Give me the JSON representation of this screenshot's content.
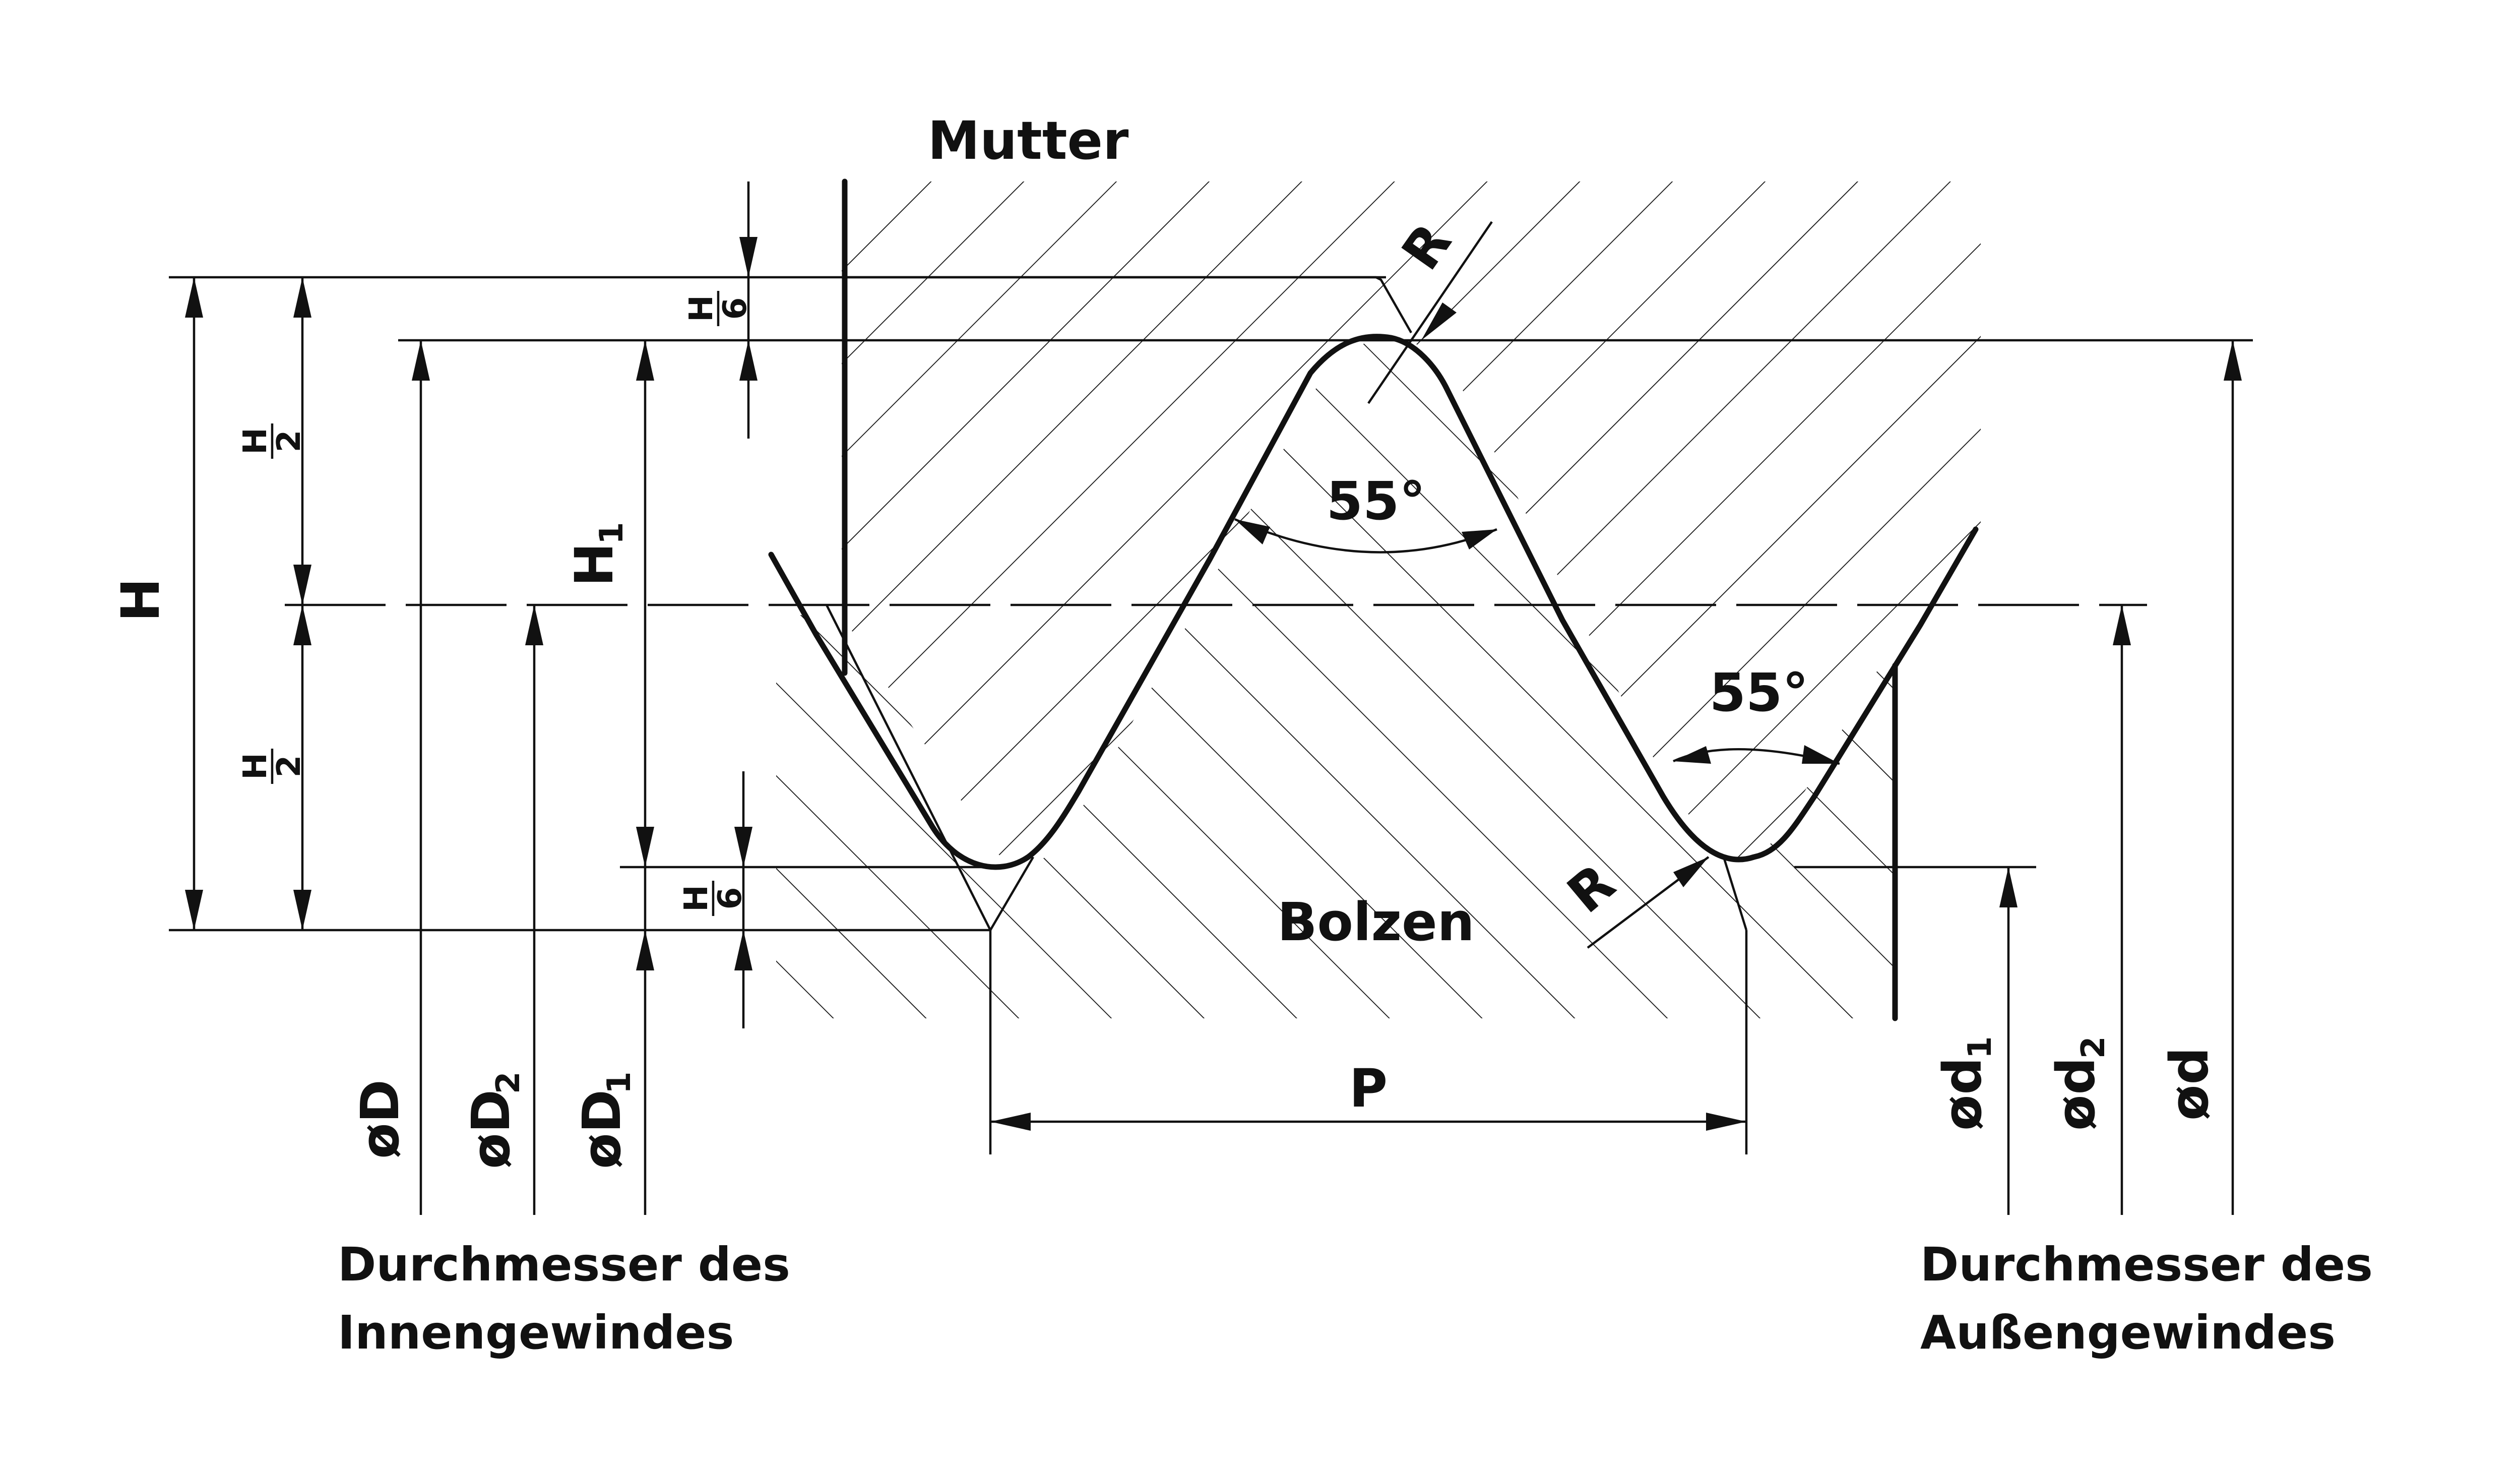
{
  "labels": {
    "nut": "Mutter",
    "bolt": "Bolzen",
    "height": "H",
    "half_num": "H",
    "half_den": "2",
    "sixth_num": "H",
    "sixth_den": "6",
    "h1_main": "H",
    "h1_sub": "1",
    "angle_top": "55°",
    "angle_right": "55°",
    "radius": "R",
    "pitch": "P",
    "D": "øD",
    "D2_main": "øD",
    "D2_sub": "2",
    "D1_main": "øD",
    "D1_sub": "1",
    "d1_main": "ød",
    "d1_sub": "1",
    "d2_main": "ød",
    "d2_sub": "2",
    "d": "ød"
  },
  "captions": {
    "internal_line1": "Durchmesser des",
    "internal_line2": "Innengewindes",
    "external_line1": "Durchmesser des",
    "external_line2": "Außengewindes"
  },
  "colors": {
    "ink": "#111111",
    "background": "#ffffff"
  }
}
